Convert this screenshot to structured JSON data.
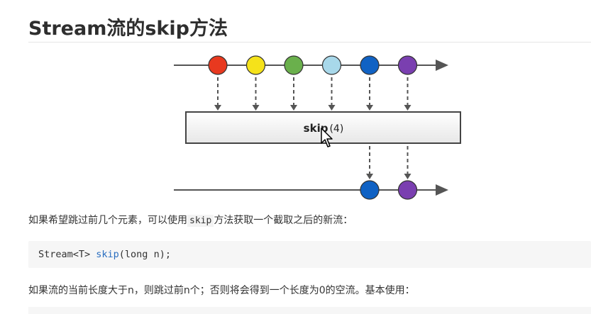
{
  "title": "Stream流的skip方法",
  "diagram": {
    "operator_name": "skip",
    "operator_arg": "(4)",
    "input_marbles": [
      {
        "color": "#e8391f"
      },
      {
        "color": "#f5e21a"
      },
      {
        "color": "#6ab04c"
      },
      {
        "color": "#a8d8ea"
      },
      {
        "color": "#1062c4"
      },
      {
        "color": "#7a3fb0"
      }
    ],
    "skip_count": 4
  },
  "paragraph1": {
    "before": "如果希望跳过前几个元素，可以使用",
    "code": "skip",
    "after": "方法获取一个截取之后的新流："
  },
  "code": {
    "type_prefix": "Stream<T> ",
    "method": "skip",
    "params": "(long n);"
  },
  "paragraph2": "如果流的当前长度大于n，则跳过前n个；否则将会得到一个长度为0的空流。基本使用："
}
